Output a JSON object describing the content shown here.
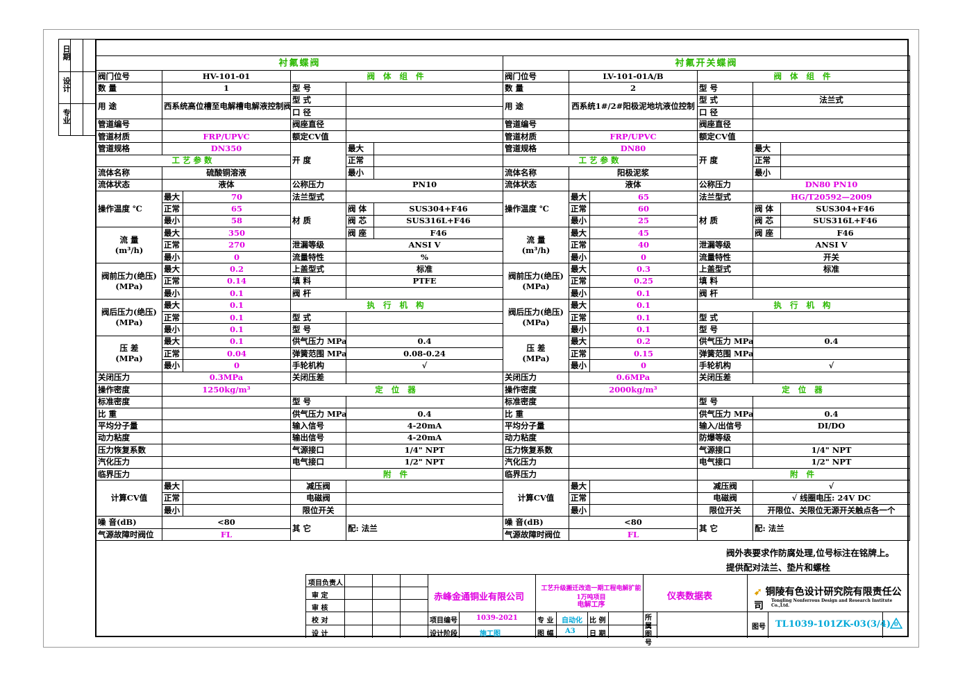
{
  "side_labels": [
    "日期",
    "设计",
    "专业"
  ],
  "left": {
    "title": "衬氟蝶阀",
    "group_body": "阀 体 组 件",
    "group_actuator": "执 行 机 构",
    "group_positioner": "定 位 器",
    "group_accessory": "附  件",
    "tag_label": "阀门位号",
    "tag": "HV-101-01",
    "qty_label": "数  量",
    "qty": "1",
    "use_label": "用  途",
    "use": "西系统高位槽至电解槽电解液控制阀",
    "pipe_no": "管道编号",
    "pipe_mat_label": "管道材质",
    "pipe_mat": "FRP/UPVC",
    "pipe_spec_label": "管道规格",
    "pipe_spec": "DN350",
    "process": "工艺参数",
    "fluid_label": "流体名称",
    "fluid": "硫酸铜溶液",
    "state_label": "流体状态",
    "state": "液体",
    "temp_label": "操作温度 ℃",
    "temp": [
      "70",
      "65",
      "58"
    ],
    "flow_label": "流  量",
    "flow_unit": "(m³/h)",
    "flow": [
      "350",
      "270",
      "0"
    ],
    "p1_label": "阀前压力(绝压)",
    "p_unit": "(MPa)",
    "p1": [
      "0.2",
      "0.14",
      "0.1"
    ],
    "p2_label": "阀后压力(绝压)",
    "p2": [
      "0.1",
      "0.1",
      "0.1"
    ],
    "dp_label": "压  差",
    "dp": [
      "0.1",
      "0.04",
      "0"
    ],
    "shut_label": "关闭压力",
    "shut": "0.3MPa",
    "dens_label": "操作密度",
    "dens": "1250kg/m³",
    "std_dens": "标准密度",
    "sg": "比  重",
    "mw": "平均分子量",
    "visc": "动力粘度",
    "fl": "压力恢复系数",
    "pv": "汽化压力",
    "pc": "临界压力",
    "cv_label": "计算CV值",
    "noise_label": "噪  音(dB)",
    "noise": "<80",
    "fail_label": "气源故障时阀位",
    "fail": "FL",
    "model": "型  号",
    "type": "型  式",
    "type_val": "",
    "diam": "口  径",
    "seat_d": "阀座直径",
    "rated_cv": "额定CV值",
    "open_label": "开  度",
    "pn_label": "公称压力",
    "pn": "PN10",
    "flange_label": "法兰型式",
    "flange": "",
    "mat_label": "材  质",
    "body_l": "阀 体",
    "body": "SUS304+F46",
    "core_l": "阀 芯",
    "core": "SUS316L+F46",
    "seatm_l": "阀 座",
    "seatm": "F46",
    "leak_label": "泄漏等级",
    "leak": "ANSI V",
    "char_label": "流量特性",
    "char": "%",
    "bonnet_label": "上盖型式",
    "bonnet": "标准",
    "pack_label": "填  料",
    "pack": "PTFE",
    "stem_label": "阀  杆",
    "act_type": "型  式",
    "act_model": "型  号",
    "air_label": "供气压力 MPa",
    "air": "0.4",
    "spring_label": "弹簧范围 MPa",
    "spring": "0.08-0.24",
    "hand_label": "手轮机构",
    "hand": "√",
    "close_dp": "关闭压差",
    "pos_model": "型  号",
    "pos_air": "供气压力 MPa",
    "pos_air_v": "0.4",
    "in_label": "输入信号",
    "in": "4-20mA",
    "out_label": "输出信号",
    "out": "4-20mA",
    "gas_label": "气源接口",
    "gas": "1/4\" NPT",
    "elec_label": "电气接口",
    "elec": "1/2\" NPT",
    "reg_label": "减压阀",
    "reg": "",
    "sol_label": "电磁阀",
    "sol": "",
    "lim_label": "限位开关",
    "lim": "",
    "other_label": "其  它",
    "other": "配: 法兰"
  },
  "right": {
    "title": "衬氟开关蝶阀",
    "group_body": "阀 体 组 件",
    "group_actuator": "执 行 机 构",
    "group_positioner": "定 位 器",
    "group_accessory": "附  件",
    "tag_label": "阀门位号",
    "tag": "LV-101-01A/B",
    "qty_label": "数  量",
    "qty": "2",
    "use_label": "用  途",
    "use": "西系统1#/2#阳极泥地坑液位控制",
    "pipe_no": "管道编号",
    "pipe_mat_label": "管道材质",
    "pipe_mat": "FRP/UPVC",
    "pipe_spec_label": "管道规格",
    "pipe_spec": "DN80",
    "process": "工艺参数",
    "fluid_label": "流体名称",
    "fluid": "阳极泥浆",
    "state_label": "流体状态",
    "state": "液体",
    "temp_label": "操作温度 ℃",
    "temp": [
      "65",
      "60",
      "25"
    ],
    "flow_label": "流  量",
    "flow_unit": "(m³/h)",
    "flow": [
      "45",
      "40",
      "0"
    ],
    "p1_label": "阀前压力(绝压)",
    "p_unit": "(MPa)",
    "p1": [
      "0.3",
      "0.25",
      "0.1"
    ],
    "p2_label": "阀后压力(绝压)",
    "p2": [
      "0.1",
      "0.1",
      "0.1"
    ],
    "dp_label": "压  差",
    "dp": [
      "0.2",
      "0.15",
      "0"
    ],
    "shut_label": "关闭压力",
    "shut": "0.6MPa",
    "dens_label": "操作密度",
    "dens": "2000kg/m³",
    "std_dens": "标准密度",
    "sg": "比  重",
    "mw": "平均分子量",
    "visc": "动力粘度",
    "fl": "压力恢复系数",
    "pv": "汽化压力",
    "pc": "临界压力",
    "cv_label": "计算CV值",
    "noise_label": "噪  音(dB)",
    "noise": "<80",
    "fail_label": "气源故障时阀位",
    "fail": "FL",
    "model": "型  号",
    "type": "型  式",
    "type_val": "法兰式",
    "diam": "口  径",
    "seat_d": "阀座直径",
    "rated_cv": "额定CV值",
    "open_label": "开  度",
    "pn_label": "公称压力",
    "pn": "DN80 PN10",
    "flange_label": "法兰型式",
    "flange": "HG/T20592—2009",
    "mat_label": "材  质",
    "body_l": "阀 体",
    "body": "SUS304+F46",
    "core_l": "阀 芯",
    "core": "SUS316L+F46",
    "seatm_l": "阀 座",
    "seatm": "F46",
    "leak_label": "泄漏等级",
    "leak": "ANSI V",
    "char_label": "流量特性",
    "char": "开关",
    "bonnet_label": "上盖型式",
    "bonnet": "标准",
    "pack_label": "填  料",
    "pack": "",
    "stem_label": "阀  杆",
    "act_type": "型  式",
    "act_model": "型  号",
    "air_label": "供气压力 MPa",
    "air": "0.4",
    "spring_label": "弹簧范围 MPa",
    "spring": "",
    "hand_label": "手轮机构",
    "hand": "√",
    "close_dp": "关闭压差",
    "pos_model": "型  号",
    "pos_air": "供气压力 MPa",
    "pos_air_v": "0.4",
    "in_label": "输入/出信号",
    "in": "DI/DO",
    "out_label": "防爆等级",
    "out": "",
    "gas_label": "气源接口",
    "gas": "1/4\" NPT",
    "elec_label": "电气接口",
    "elec": "1/2\" NPT",
    "reg_label": "减压阀",
    "reg": "√",
    "sol_label": "电磁阀",
    "sol": "√  线圈电压: 24V DC",
    "lim_label": "限位开关",
    "lim": "开限位、关限位无源开关触点各一个",
    "other_label": "其  它",
    "other": "配: 法兰"
  },
  "range_labels": [
    "最大",
    "正常",
    "最小"
  ],
  "notes": [
    "阀外表要求作防腐处理,位号标注在铭牌上。",
    "提供配对法兰、垫片和螺栓"
  ],
  "title_block": {
    "roles": [
      "项目负责人",
      "审  定",
      "审  核",
      "校  对",
      "设  计"
    ],
    "client": "赤峰金通铜业有限公司",
    "project": "工艺升级搬迁改造一期工程电解扩能1万吨项目",
    "subproject": "电解工序",
    "doc_name": "仪表数据表",
    "company": "铜陵有色设计研究院有限责任公司",
    "company_en": "Tongling Nonferrous Design and Research Institute Co.,Ltd.",
    "proj_no_label": "项目编号",
    "proj_no": "1039-2021",
    "stage_label": "设计阶段",
    "stage": "施工图",
    "major_label": "专 业",
    "major": "自动化",
    "size_label": "图 幅",
    "size": "A3",
    "scale_label": "比 例",
    "date_label": "日 期",
    "belong_label": "所属图号",
    "dwg_label": "图号",
    "dwg": "TL1039-101ZK-03(3/4)",
    "rev": "0"
  },
  "colors": {
    "magenta": "#e000e0",
    "green": "#2bb800",
    "cyan": "#00a8d8"
  }
}
